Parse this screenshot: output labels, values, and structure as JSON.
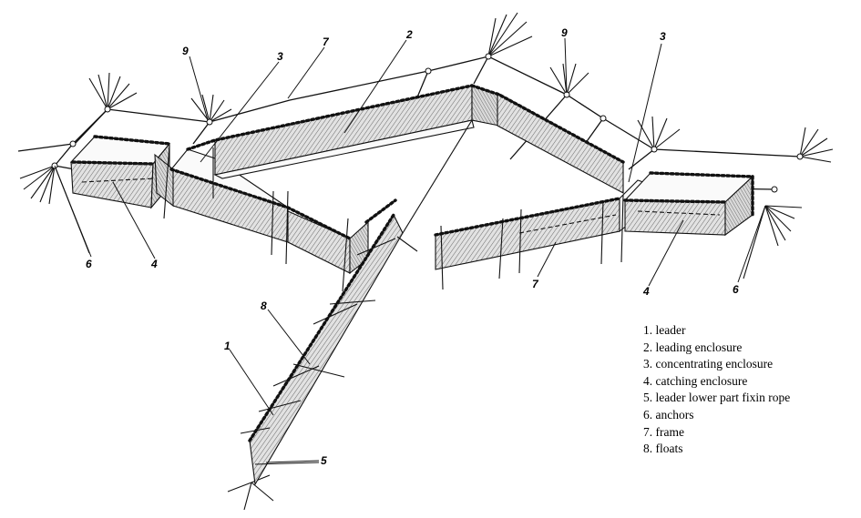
{
  "legend": [
    "1. leader",
    "2. leading enclosure",
    "3. concentrating enclosure",
    "4. catching enclosure",
    "5. leader lower part fixin rope",
    "6. anchors",
    "7. frame",
    "8. floats"
  ],
  "callouts": [
    {
      "id": "c9a",
      "text": "9"
    },
    {
      "id": "c3a",
      "text": "3"
    },
    {
      "id": "c7a",
      "text": "7"
    },
    {
      "id": "c2",
      "text": "2"
    },
    {
      "id": "c9b",
      "text": "9"
    },
    {
      "id": "c3b",
      "text": "3"
    },
    {
      "id": "c6a",
      "text": "6"
    },
    {
      "id": "c4a",
      "text": "4"
    },
    {
      "id": "c8",
      "text": "8"
    },
    {
      "id": "c1",
      "text": "1"
    },
    {
      "id": "c5",
      "text": "5"
    },
    {
      "id": "c7b",
      "text": "7"
    },
    {
      "id": "c4b",
      "text": "4"
    },
    {
      "id": "c6b",
      "text": "6"
    }
  ]
}
